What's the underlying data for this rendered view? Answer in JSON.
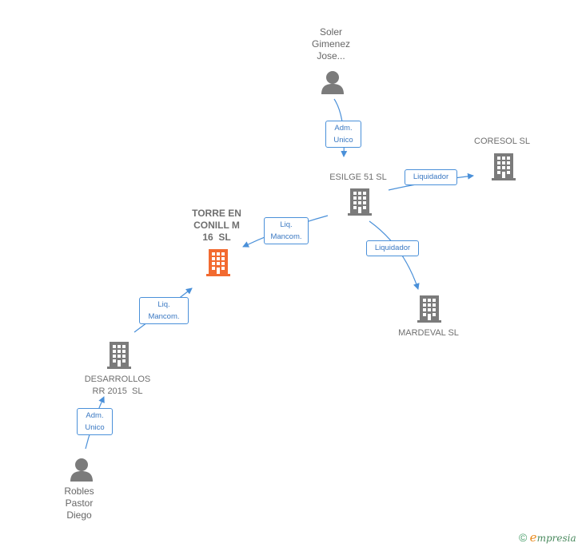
{
  "colors": {
    "edge": "#4a90d9",
    "company": "#7b7b7b",
    "highlight": "#f26a30",
    "person": "#7b7b7b"
  },
  "nodes": {
    "soler": {
      "lines": [
        "Soler",
        "Gimenez",
        "Jose..."
      ],
      "icon": "person-icon"
    },
    "esilge": {
      "lines": [
        "ESILGE 51 SL"
      ],
      "icon": "building-icon"
    },
    "coresol": {
      "lines": [
        "CORESOL SL"
      ],
      "icon": "building-icon"
    },
    "torre": {
      "lines": [
        "TORRE EN",
        "CONILL M",
        "16  SL"
      ],
      "icon": "building-icon"
    },
    "mardeval": {
      "lines": [
        "MARDEVAL SL"
      ],
      "icon": "building-icon"
    },
    "desarrollos": {
      "lines": [
        "DESARROLLOS",
        "RR 2015  SL"
      ],
      "icon": "building-icon"
    },
    "robles": {
      "lines": [
        "Robles",
        "Pastor",
        "Diego"
      ],
      "icon": "person-icon"
    }
  },
  "edges": {
    "soler_esilge": [
      "Adm.",
      "Unico"
    ],
    "esilge_coresol": [
      "Liquidador"
    ],
    "esilge_torre": [
      "Liq.",
      "Mancom."
    ],
    "esilge_mardeval": [
      "Liquidador"
    ],
    "desarrollos_torre": [
      "Liq.",
      "Mancom."
    ],
    "robles_desarrollos": [
      "Adm.",
      "Unico"
    ]
  },
  "brand": {
    "copyright": "©",
    "e": "e",
    "rest": "mpresia"
  }
}
